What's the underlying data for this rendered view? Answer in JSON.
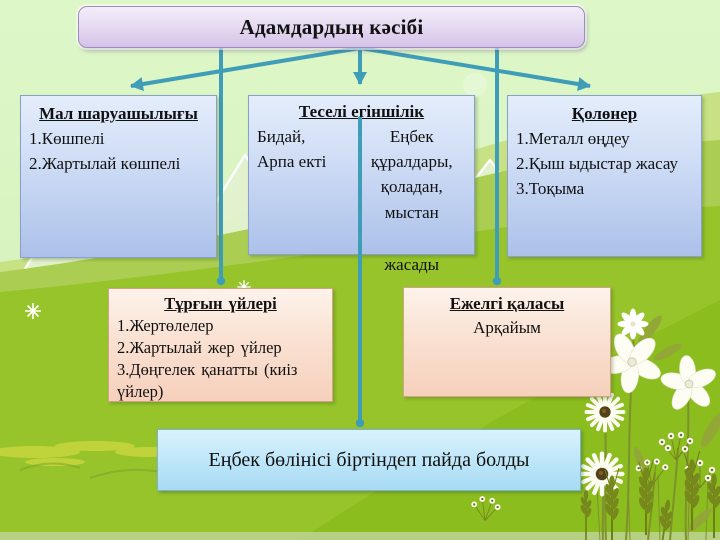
{
  "slide": {
    "title": "Адамдардың кәсібі",
    "boxes": {
      "livestock": {
        "title": "Мал шаруашылығы",
        "items": [
          "1.Көшпелі",
          "2.Жартылай көшпелі"
        ]
      },
      "farming": {
        "title": "Теселі егіншілік",
        "left_lines": [
          "Бидай,",
          "Арпа екті"
        ],
        "right_lines": [
          "Еңбек",
          "құралдары,",
          "қоладан,",
          "мыстан"
        ],
        "bottom_line": "жасады"
      },
      "craft": {
        "title": "Қолөнер",
        "items": [
          "1.Металл өңдеу",
          "2.Қыш ыдыстар жасау",
          "3.Тоқыма"
        ]
      },
      "housing": {
        "title": "Тұрғын үйлері",
        "items": [
          "1.Жертөлелер",
          "2.Жартылай жер үйлер",
          "3.Дөңгелек қанатты (киіз үйлер)"
        ]
      },
      "city": {
        "title": "Ежелгі қаласы",
        "line": "Арқайым"
      },
      "conclusion": {
        "text": "Еңбек бөлінісі біртіндеп пайда болды"
      }
    },
    "colors": {
      "connector": "#3f9db8",
      "background_top": "#d9f4bf",
      "hill_bright": "#96c42a",
      "title_fill": "#ddcbec",
      "blue_box_fill": "#c5d4f0",
      "cream_box_fill": "#f9dfd0",
      "conclusion_fill": "#bfe6f8"
    },
    "decorations": [
      "flower-icon",
      "daisy-icon",
      "wheat-icon",
      "sparkle-icon",
      "mountain-shape"
    ]
  }
}
